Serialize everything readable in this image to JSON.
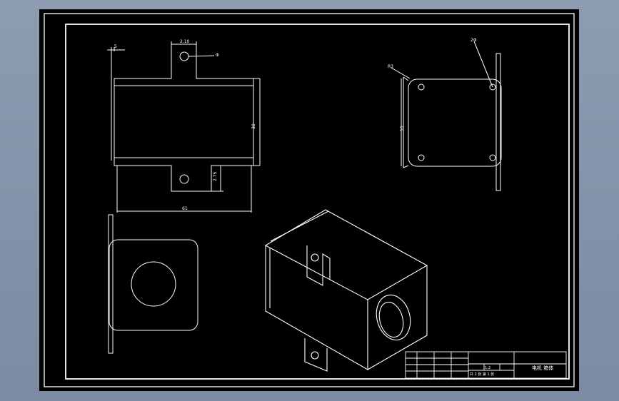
{
  "colors": {
    "background": "#7f8da5",
    "sheet": "#000000",
    "line": "#ffffff"
  },
  "drawing": {
    "views": {
      "front_view": {
        "dims": {
          "tab_width": "2.10",
          "left_offset": "5",
          "overall_length": "61",
          "height": "30",
          "tab_height": "2.75"
        },
        "callouts": {
          "hole": "Φ"
        }
      },
      "side_view": {
        "dims": {
          "height": "10"
        },
        "callouts": {
          "hole": "2Φ",
          "corner": "R3"
        }
      }
    },
    "title_block": {
      "drawing_title": "电机 箱体",
      "scale_value": "1:2",
      "info_text": "共 2 张  第 1 张"
    }
  }
}
